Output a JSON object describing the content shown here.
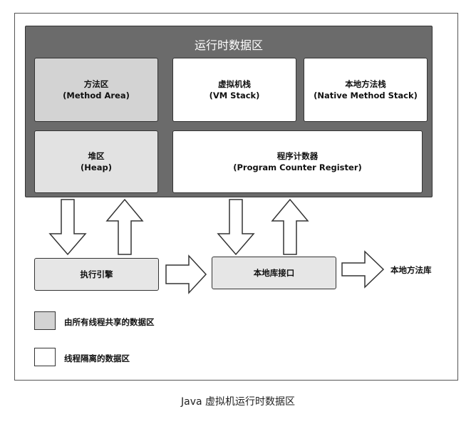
{
  "runtime_area": {
    "title": "运行时数据区"
  },
  "method_area": {
    "name": "方法区",
    "english": "(Method Area)"
  },
  "vm_stack": {
    "name": "虚拟机栈",
    "english": "(VM Stack)"
  },
  "native_stack": {
    "name": "本地方法栈",
    "english": "(Native Method Stack)"
  },
  "heap": {
    "name": "堆区",
    "english": "(Heap)"
  },
  "pc_register": {
    "name": "程序计数器",
    "english": "(Program Counter Register)"
  },
  "execution_engine": {
    "label": "执行引擎"
  },
  "native_interface": {
    "label": "本地库接口"
  },
  "native_library": {
    "label": "本地方法库"
  },
  "legend": {
    "shared_label": "由所有线程共享的数据区",
    "isolated_label": "线程隔离的数据区"
  },
  "caption": "Java 虚拟机运行时数据区",
  "colors": {
    "runtime_bg": "#6b6b6b",
    "shared_fill": "#d3d3d3",
    "isolated_fill": "#ffffff",
    "border": "#333333"
  }
}
